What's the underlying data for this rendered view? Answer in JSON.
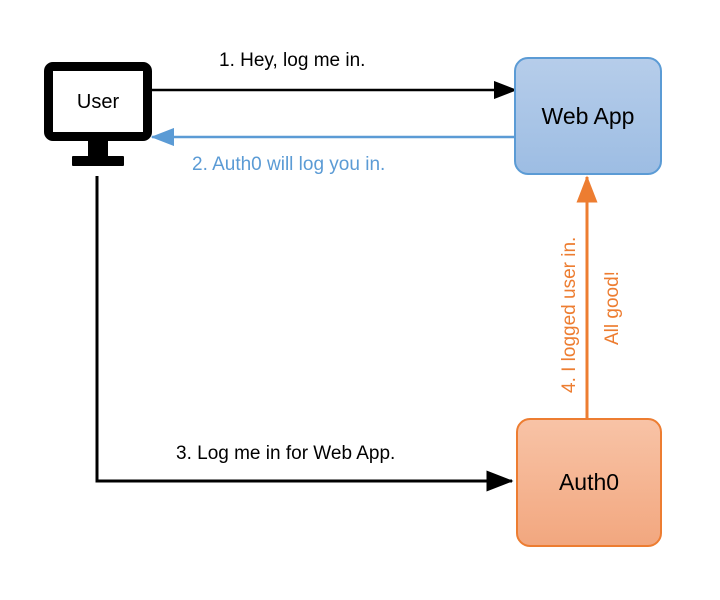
{
  "diagram": {
    "title": "Auth0 login flow sequence diagram",
    "type": "flow-diagram",
    "colors": {
      "webapp_fill": "#a8c4e5",
      "webapp_border": "#5b9bd5",
      "auth0_fill": "#f4b391",
      "auth0_border": "#ed7d31",
      "arrow_black": "#000000",
      "arrow_blue": "#5b9bd5",
      "arrow_orange": "#ed7d31",
      "background": "#ffffff"
    },
    "nodes": [
      {
        "id": "user",
        "label": "User",
        "shape": "monitor-icon"
      },
      {
        "id": "webapp",
        "label": "Web App",
        "shape": "rounded-rect"
      },
      {
        "id": "auth0",
        "label": "Auth0",
        "shape": "rounded-rect"
      }
    ],
    "edges": [
      {
        "id": "step1",
        "label": "1. Hey, log me in.",
        "from": "user",
        "to": "webapp",
        "color": "#000000",
        "direction": "right"
      },
      {
        "id": "step2",
        "label": "2. Auth0 will log you in.",
        "from": "webapp",
        "to": "user",
        "color": "#5b9bd5",
        "direction": "left"
      },
      {
        "id": "step3",
        "label": "3. Log me in for Web App.",
        "from": "user",
        "to": "auth0",
        "color": "#000000",
        "direction": "right"
      },
      {
        "id": "step4",
        "label": "4. I logged user in.",
        "label_secondary": "All good!",
        "from": "auth0",
        "to": "webapp",
        "color": "#ed7d31",
        "direction": "up"
      }
    ]
  }
}
